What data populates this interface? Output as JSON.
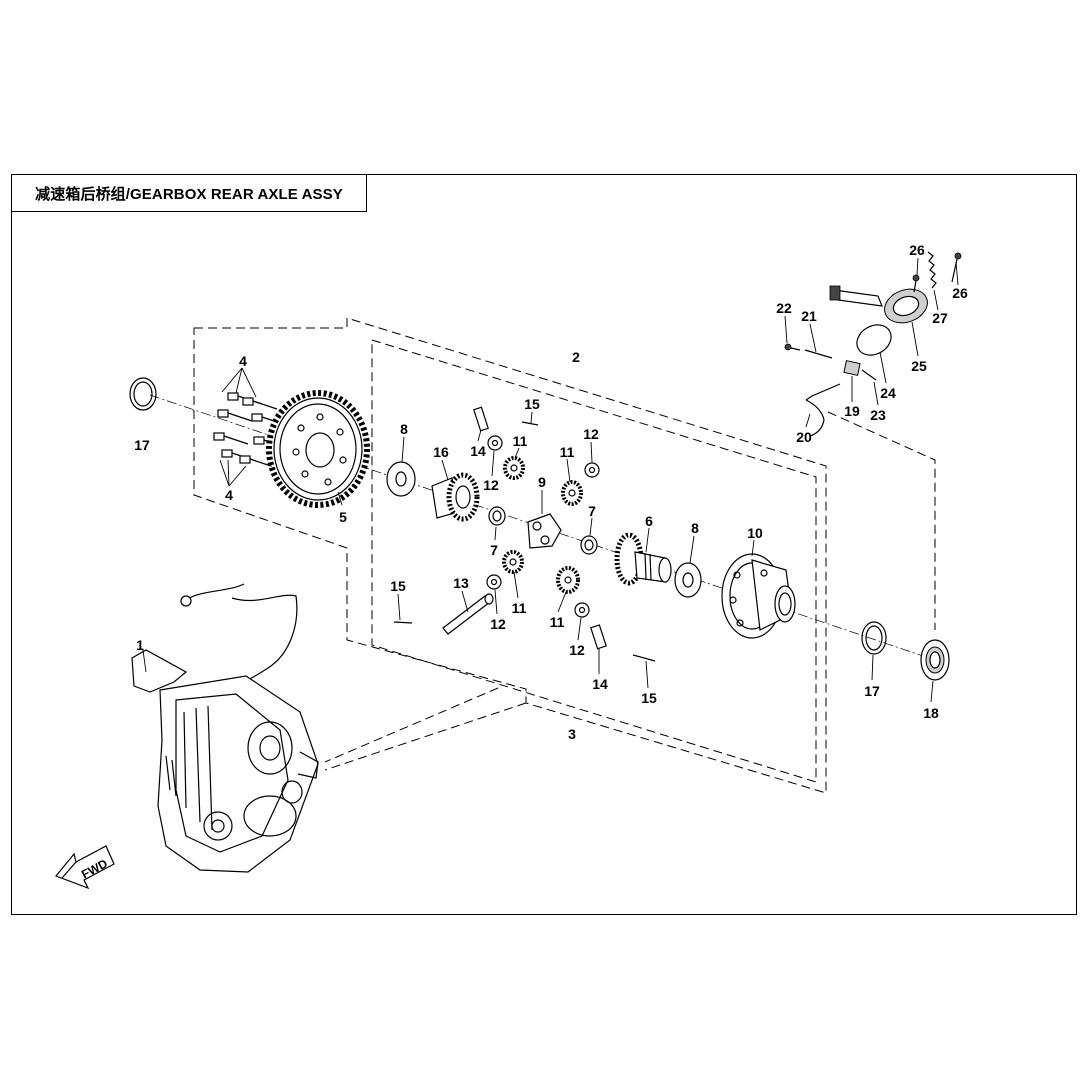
{
  "diagram": {
    "title": "减速箱后桥组/GEARBOX REAR AXLE ASSY",
    "fwd_label": "FWD",
    "callouts": {
      "c1": "1",
      "c2": "2",
      "c3": "3",
      "c4a": "4",
      "c4b": "4",
      "c5": "5",
      "c6": "6",
      "c7a": "7",
      "c7b": "7",
      "c8a": "8",
      "c8b": "8",
      "c9": "9",
      "c10": "10",
      "c11a": "11",
      "c11b": "11",
      "c11c": "11",
      "c11d": "11",
      "c12a": "12",
      "c12b": "12",
      "c12c": "12",
      "c12d": "12",
      "c13": "13",
      "c14a": "14",
      "c14b": "14",
      "c15a": "15",
      "c15b": "15",
      "c15c": "15",
      "c16": "16",
      "c17a": "17",
      "c17b": "17",
      "c18": "18",
      "c19": "19",
      "c20": "20",
      "c21": "21",
      "c22": "22",
      "c23": "23",
      "c24": "24",
      "c25": "25",
      "c26a": "26",
      "c26b": "26",
      "c27": "27"
    }
  }
}
